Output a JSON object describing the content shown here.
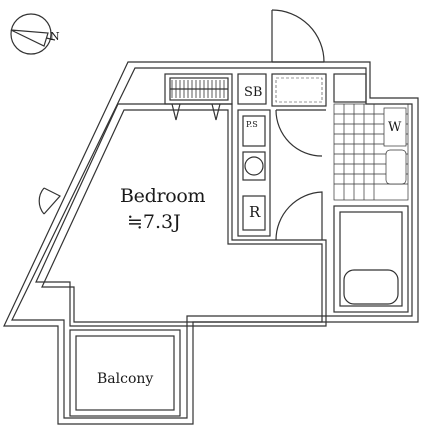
{
  "rooms": {
    "bedroom": "Bedroom",
    "bedroom_area": "≒7.3J",
    "balcony": "Balcony",
    "shoe_box": "SB",
    "washer": "W",
    "refrigerator": "R",
    "pipe_box": "P.S"
  },
  "compass": {
    "north_label": "N"
  },
  "colors": {
    "line": "#333333",
    "wall_fill": "#ffffff",
    "bg": "#ffffff"
  }
}
